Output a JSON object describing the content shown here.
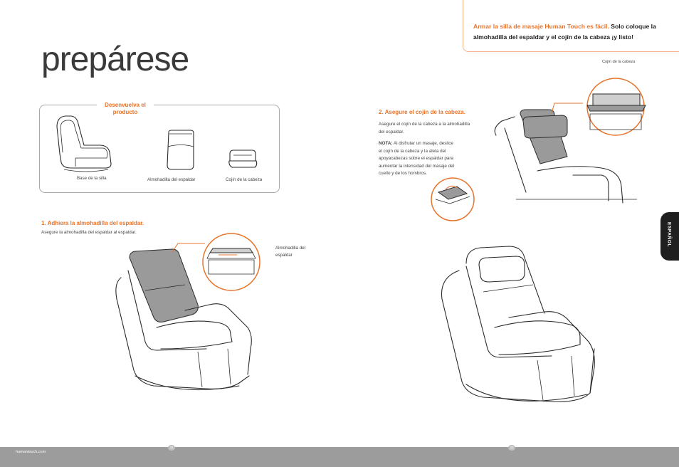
{
  "intro": {
    "highlight": "Armar la silla de masaje Human Touch es fácil.",
    "rest": "Solo coloque la almohadilla del espaldar y el cojín de la cabeza ¡y listo!"
  },
  "page_title": "prepárese",
  "unwrap": {
    "title": "Desenvuelva el producto",
    "items": [
      {
        "label": "Base de la silla"
      },
      {
        "label": "Almohadilla del espaldar"
      },
      {
        "label": "Cojín de la cabeza"
      }
    ]
  },
  "step1": {
    "title": "1. Adhiera la almohadilla del espaldar.",
    "text": "Asegure la almohadilla del espaldar al espaldar.",
    "callout_line1": "Almohadilla del",
    "callout_line2": "espaldar"
  },
  "step2": {
    "title": "2. Asegure el cojín de la cabeza.",
    "text_line1": "Asegure el cojín de la cabeza a la almohadilla",
    "text_line2": "del espaldar.",
    "note_label": "NOTA:",
    "note_lines": [
      "Al disfrutar un masaje, deslice",
      "el cojín de la cabeza y la aleta del",
      "apoyacabezas sobre el espaldar para",
      "aumentar la intensidad del masaje del",
      "cuello y de los hombros."
    ],
    "callout": "Cojín de la cabeza"
  },
  "side_tab": "ESPAÑOL",
  "footer": {
    "site": "humantouch.com",
    "page_left": "32",
    "page_right": "33"
  },
  "colors": {
    "accent": "#e8742c",
    "footer": "#9c9c9c",
    "tab": "#1f1f1f"
  }
}
